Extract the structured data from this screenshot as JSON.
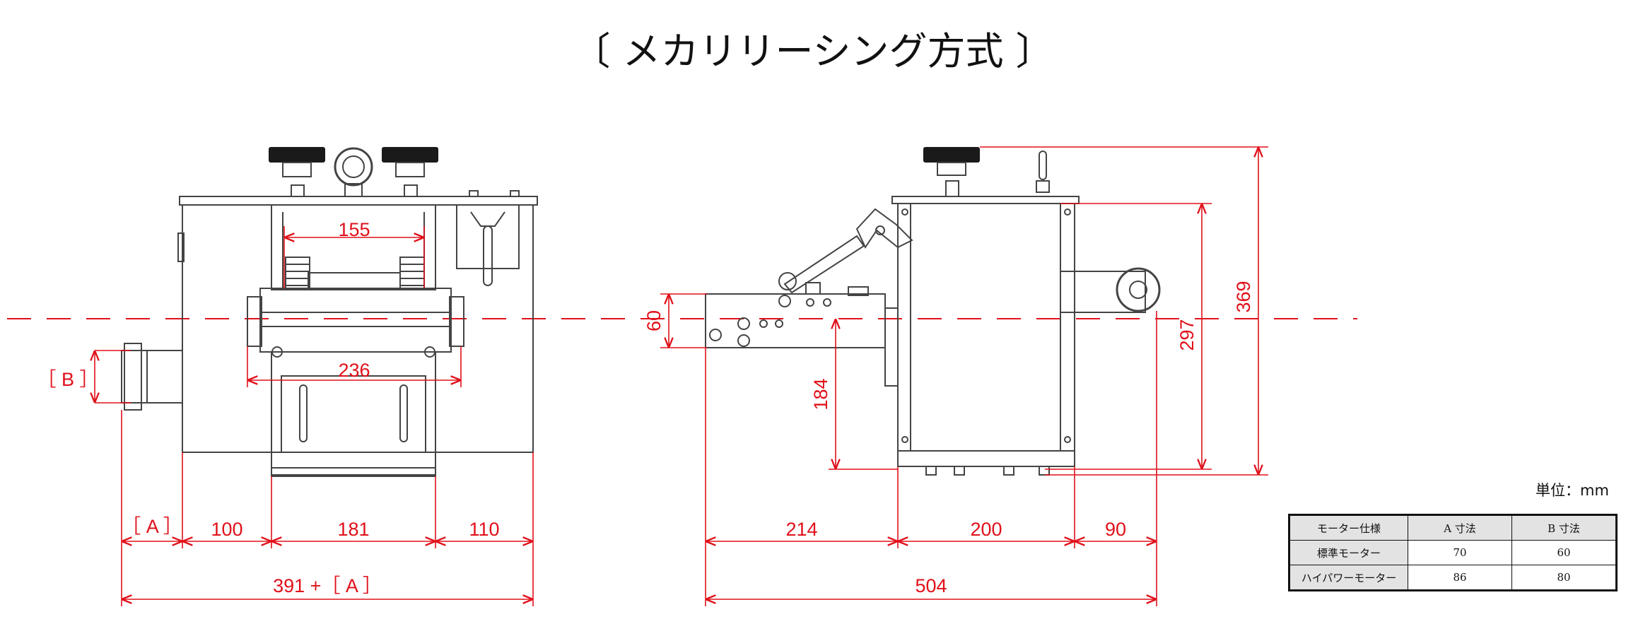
{
  "title": "〔 メカリリーシング方式 〕",
  "colors": {
    "dimension": "#e0101a",
    "line": "#444444",
    "knob": "#1a1a1a"
  },
  "dimensions": {
    "front_155": "155",
    "front_236": "236",
    "front_b": "［ B ］",
    "front_a": "［ A ］",
    "front_100": "100",
    "front_181": "181",
    "front_110": "110",
    "front_total": "391 +［ A ］",
    "side_60": "60",
    "side_184": "184",
    "side_297": "297",
    "side_369": "369",
    "side_214": "214",
    "side_200": "200",
    "side_90": "90",
    "side_total": "504"
  },
  "unit_label": "単位：mm",
  "spec_table": {
    "headers": [
      "モーター仕様",
      "A 寸法",
      "B 寸法"
    ],
    "rows": [
      {
        "name": "標準モーター",
        "a": "70",
        "b": "60"
      },
      {
        "name": "ハイパワーモーター",
        "a": "86",
        "b": "80"
      }
    ]
  }
}
